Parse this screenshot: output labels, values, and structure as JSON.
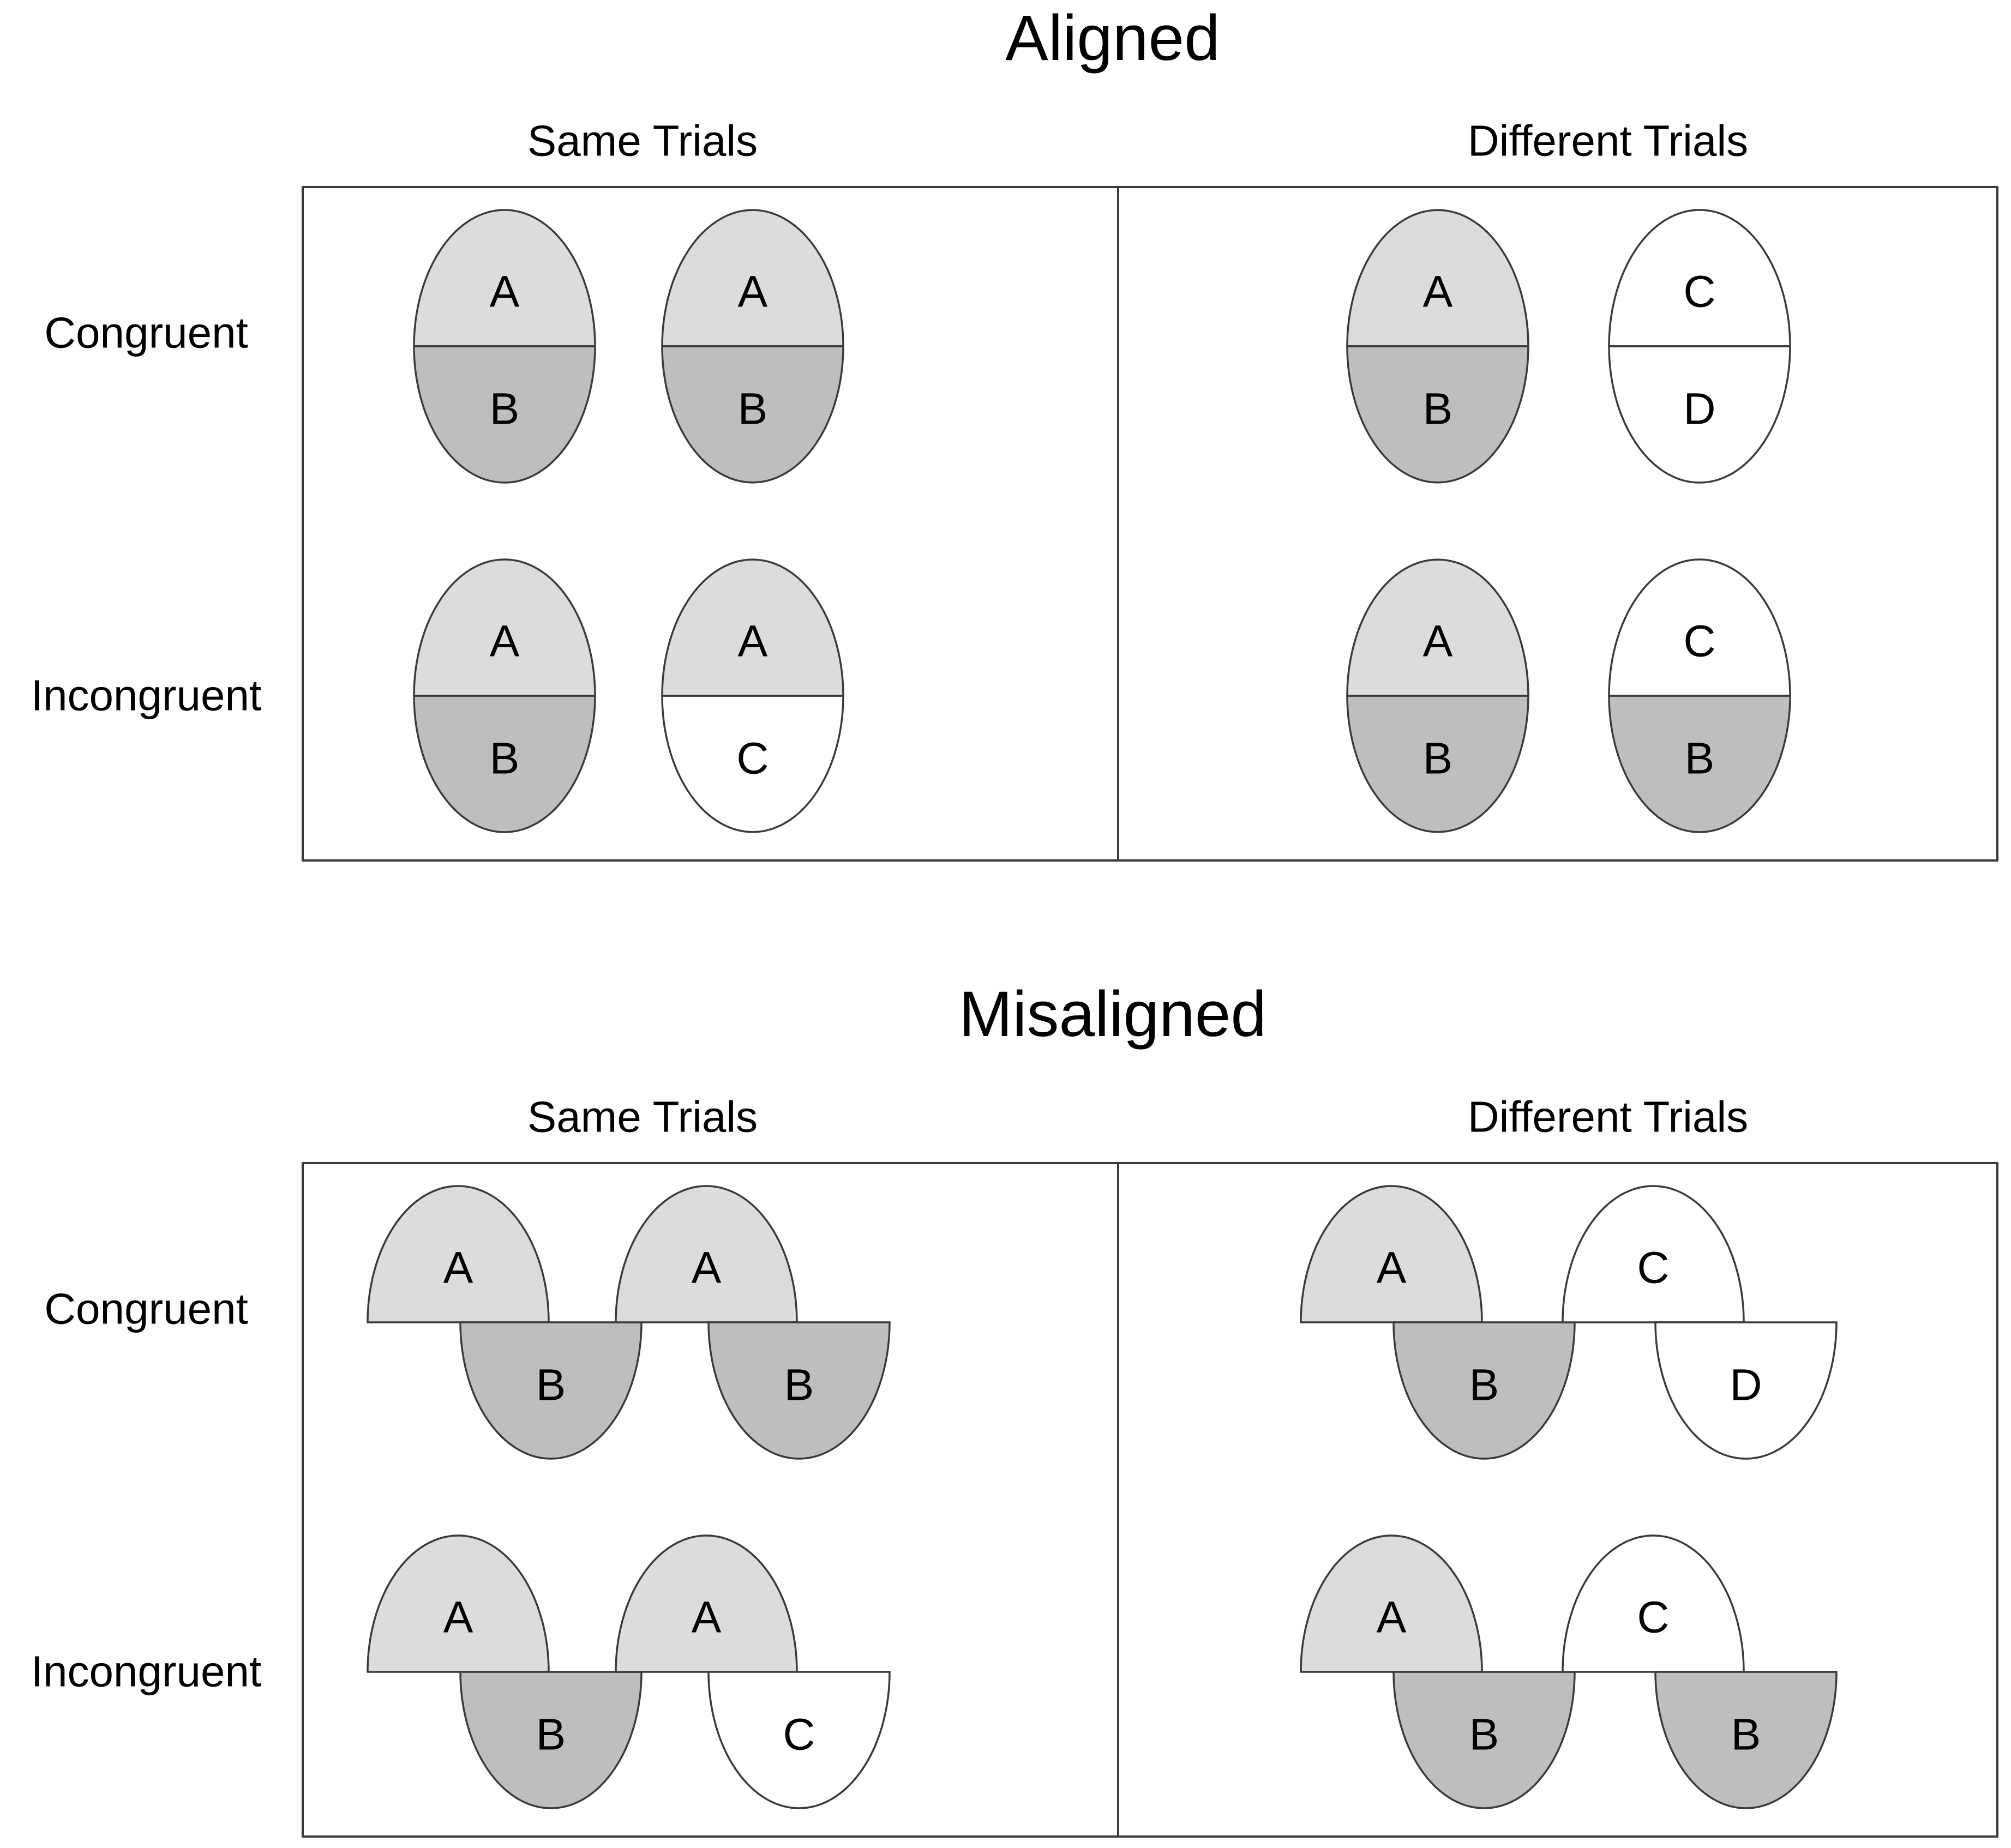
{
  "colors": {
    "light_gray": "#dcdcdc",
    "dark_gray": "#bebebe",
    "white": "#ffffff",
    "stroke": "#3a3a3a"
  },
  "figure": {
    "sections": [
      {
        "title": "Aligned",
        "alignment": "aligned",
        "columns": [
          "Same Trials",
          "Different Trials"
        ],
        "rows": [
          "Congruent",
          "Incongruent"
        ],
        "cells": [
          {
            "column": "Same Trials",
            "row": "Congruent",
            "pairs": [
              {
                "top": {
                  "letter": "A",
                  "shade": "light_gray"
                },
                "bottom": {
                  "letter": "B",
                  "shade": "dark_gray"
                }
              },
              {
                "top": {
                  "letter": "A",
                  "shade": "light_gray"
                },
                "bottom": {
                  "letter": "B",
                  "shade": "dark_gray"
                }
              }
            ]
          },
          {
            "column": "Different Trials",
            "row": "Congruent",
            "pairs": [
              {
                "top": {
                  "letter": "A",
                  "shade": "light_gray"
                },
                "bottom": {
                  "letter": "B",
                  "shade": "dark_gray"
                }
              },
              {
                "top": {
                  "letter": "C",
                  "shade": "white"
                },
                "bottom": {
                  "letter": "D",
                  "shade": "white"
                }
              }
            ]
          },
          {
            "column": "Same Trials",
            "row": "Incongruent",
            "pairs": [
              {
                "top": {
                  "letter": "A",
                  "shade": "light_gray"
                },
                "bottom": {
                  "letter": "B",
                  "shade": "dark_gray"
                }
              },
              {
                "top": {
                  "letter": "A",
                  "shade": "light_gray"
                },
                "bottom": {
                  "letter": "C",
                  "shade": "white"
                }
              }
            ]
          },
          {
            "column": "Different Trials",
            "row": "Incongruent",
            "pairs": [
              {
                "top": {
                  "letter": "A",
                  "shade": "light_gray"
                },
                "bottom": {
                  "letter": "B",
                  "shade": "dark_gray"
                }
              },
              {
                "top": {
                  "letter": "C",
                  "shade": "white"
                },
                "bottom": {
                  "letter": "B",
                  "shade": "dark_gray"
                }
              }
            ]
          }
        ]
      },
      {
        "title": "Misaligned",
        "alignment": "misaligned",
        "columns": [
          "Same Trials",
          "Different Trials"
        ],
        "rows": [
          "Congruent",
          "Incongruent"
        ],
        "cells": [
          {
            "column": "Same Trials",
            "row": "Congruent",
            "pairs": [
              {
                "top": {
                  "letter": "A",
                  "shade": "light_gray"
                },
                "bottom": {
                  "letter": "B",
                  "shade": "dark_gray"
                }
              },
              {
                "top": {
                  "letter": "A",
                  "shade": "light_gray"
                },
                "bottom": {
                  "letter": "B",
                  "shade": "dark_gray"
                }
              }
            ]
          },
          {
            "column": "Different Trials",
            "row": "Congruent",
            "pairs": [
              {
                "top": {
                  "letter": "A",
                  "shade": "light_gray"
                },
                "bottom": {
                  "letter": "B",
                  "shade": "dark_gray"
                }
              },
              {
                "top": {
                  "letter": "C",
                  "shade": "white"
                },
                "bottom": {
                  "letter": "D",
                  "shade": "white"
                }
              }
            ]
          },
          {
            "column": "Same Trials",
            "row": "Incongruent",
            "pairs": [
              {
                "top": {
                  "letter": "A",
                  "shade": "light_gray"
                },
                "bottom": {
                  "letter": "B",
                  "shade": "dark_gray"
                }
              },
              {
                "top": {
                  "letter": "A",
                  "shade": "light_gray"
                },
                "bottom": {
                  "letter": "C",
                  "shade": "white"
                }
              }
            ]
          },
          {
            "column": "Different Trials",
            "row": "Incongruent",
            "pairs": [
              {
                "top": {
                  "letter": "A",
                  "shade": "light_gray"
                },
                "bottom": {
                  "letter": "B",
                  "shade": "dark_gray"
                }
              },
              {
                "top": {
                  "letter": "C",
                  "shade": "white"
                },
                "bottom": {
                  "letter": "B",
                  "shade": "dark_gray"
                }
              }
            ]
          }
        ]
      }
    ]
  }
}
